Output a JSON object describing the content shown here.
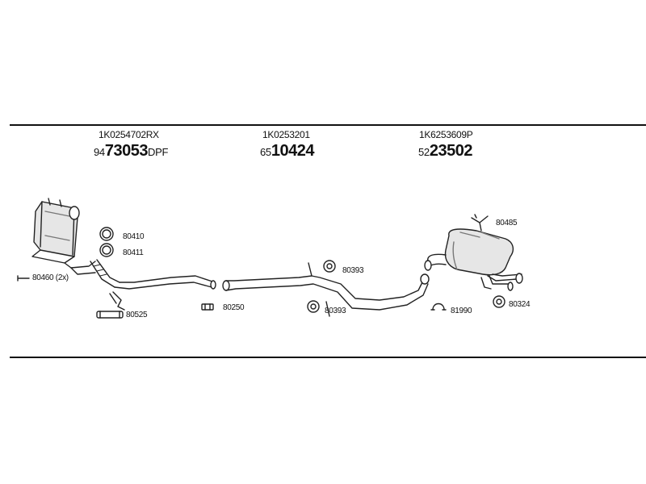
{
  "sections": [
    {
      "part_number": "1K0254702RX",
      "code_prefix": "94",
      "code_main": "73053",
      "code_suffix": "DPF"
    },
    {
      "part_number": "1K0253201",
      "code_prefix": "65",
      "code_main": "10424",
      "code_suffix": ""
    },
    {
      "part_number": "1K6253609P",
      "code_prefix": "52",
      "code_main": "23502",
      "code_suffix": ""
    }
  ],
  "labels": {
    "l80410": "80410",
    "l80411": "80411",
    "l80460": "80460 (2x)",
    "l80525": "80525",
    "l80250": "80250",
    "l80393a": "80393",
    "l80393b": "80393",
    "l81990": "81990",
    "l80485": "80485",
    "l80324": "80324"
  }
}
